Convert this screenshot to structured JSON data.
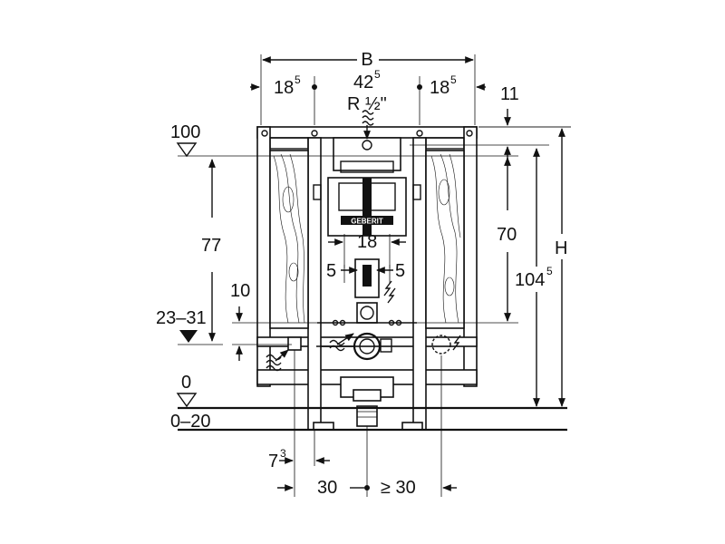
{
  "dimensions": {
    "width_label": "B",
    "left_offset_main": "18",
    "left_offset_sup": "5",
    "center_width_main": "42",
    "center_width_sup": "5",
    "right_offset_main": "18",
    "right_offset_sup": "5",
    "water_connection": "R ½\"",
    "top_offset": "11",
    "level_100": "100",
    "height_77": "77",
    "dim_18": "18",
    "dim_70": "70",
    "height_label": "H",
    "height_1045_main": "104",
    "height_1045_sup": "5",
    "dim_5_left": "5",
    "dim_5_right": "5",
    "dim_10": "10",
    "range_23_31": "23–31",
    "level_0": "0",
    "range_0_20": "0–20",
    "offset_73_main": "7",
    "offset_73_sup": "3",
    "dim_30": "30",
    "min_30": "≥ 30",
    "logo_text": "GEBERIT"
  }
}
